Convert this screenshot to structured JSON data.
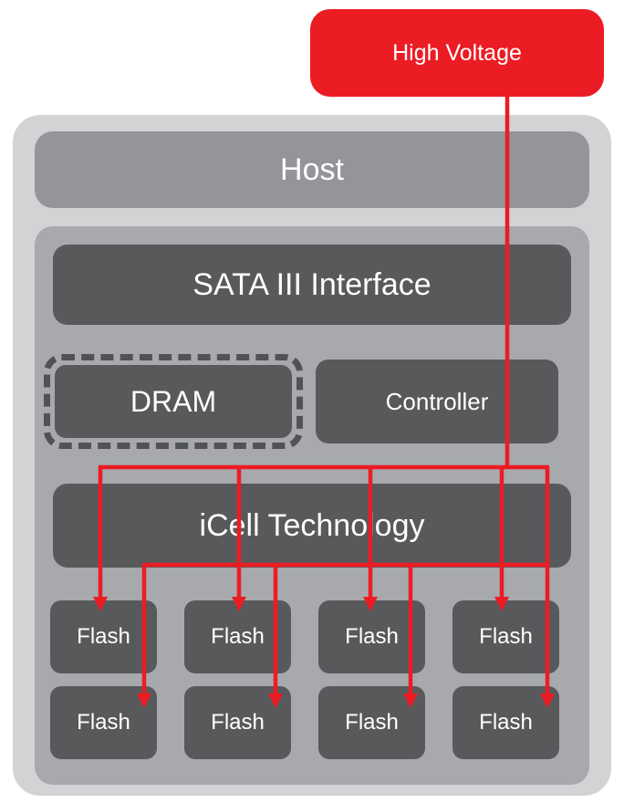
{
  "diagram": {
    "title_context": "SSD architecture high voltage protection diagram",
    "high_voltage": {
      "label": "High Voltage"
    },
    "host": {
      "label": "Host"
    },
    "sata": {
      "label": "SATA III Interface"
    },
    "dram": {
      "label": "DRAM"
    },
    "controller": {
      "label": "Controller"
    },
    "icell": {
      "label": "iCell Technology"
    },
    "flash_row1": [
      "Flash",
      "Flash",
      "Flash",
      "Flash"
    ],
    "flash_row2": [
      "Flash",
      "Flash",
      "Flash",
      "Flash"
    ],
    "colors": {
      "arrow_red": "#EC1C24",
      "outer_panel_gray": "#D1D3D4",
      "host_bar_gray": "#939598",
      "inner_panel_gray": "#A7A9AC",
      "block_dark_gray": "#58595B",
      "dram_border_gray": "#515254",
      "label_text": "#FFFFFF"
    }
  }
}
